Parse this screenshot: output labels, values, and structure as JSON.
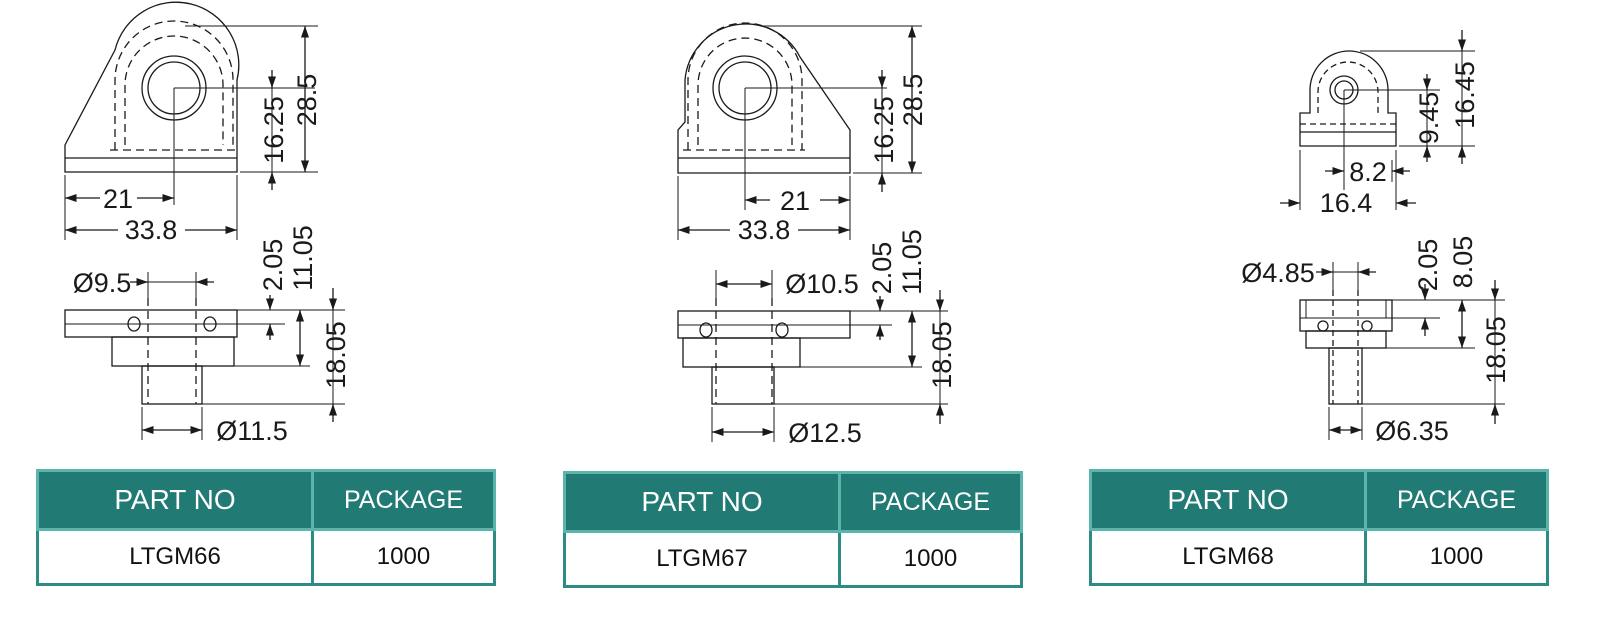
{
  "parts": [
    {
      "dims": {
        "height_total": "28.5",
        "hole_height": "16.25",
        "hole_offset": "21",
        "width": "33.8",
        "bore": "Ø9.5",
        "flange_thk": "2.05",
        "upper_thk": "11.05",
        "total_height": "18.05",
        "shaft": "Ø11.5"
      },
      "table": {
        "col_part": "PART NO",
        "col_package": "PACKAGE",
        "part_no": "LTGM66",
        "package": "1000"
      }
    },
    {
      "dims": {
        "height_total": "28.5",
        "hole_height": "16.25",
        "hole_offset": "21",
        "width": "33.8",
        "bore": "Ø10.5",
        "flange_thk": "2.05",
        "upper_thk": "11.05",
        "total_height": "18.05",
        "shaft": "Ø12.5"
      },
      "table": {
        "col_part": "PART NO",
        "col_package": "PACKAGE",
        "part_no": "LTGM67",
        "package": "1000"
      }
    },
    {
      "dims": {
        "height_total": "16.45",
        "hole_height": "9.45",
        "hole_offset": "8.2",
        "width": "16.4",
        "bore": "Ø4.85",
        "flange_thk": "2.05",
        "upper_thk": "8.05",
        "total_height": "18.05",
        "shaft": "Ø6.35"
      },
      "table": {
        "col_part": "PART NO",
        "col_package": "PACKAGE",
        "part_no": "LTGM68",
        "package": "1000"
      }
    }
  ]
}
